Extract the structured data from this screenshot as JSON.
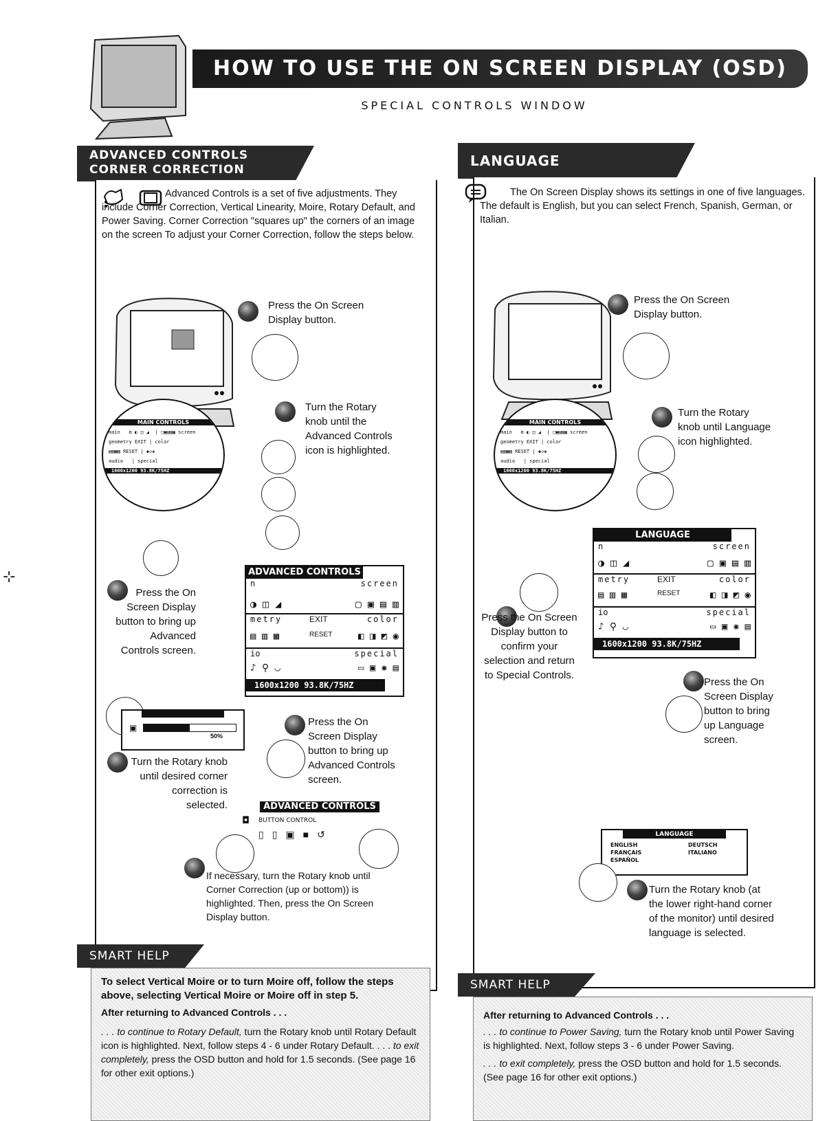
{
  "header": {
    "title": "How to Use the On Screen Display (OSD)",
    "subtitle": "Special Controls window"
  },
  "left": {
    "tab_line1": "Advanced Controls",
    "tab_line2": "Corner Correction",
    "intro": "Advanced Controls is a set of five adjustments. They include Corner Correction, Vertical Linearity, Moire, Rotary Default, and Power Saving. Corner Correction \"squares up\" the corners of an image on the screen To adjust your Corner Correction, follow the steps below.",
    "step1": "Press the On Screen Display button.",
    "step2": "Turn the Rotary knob until the Advanced Controls icon is highlighted.",
    "step3_press": "Press the On Screen Display button to bring up Advanced Controls screen.",
    "step4_turn": "Turn the Rotary knob until desired corner correction is selected.",
    "step5_press": "Press the On Screen Display button to bring up Advanced Controls screen.",
    "step6": "If necessary, turn the Rotary knob until Corner Correction (up or bottom)) is highlighted. Then, press the On Screen Display button.",
    "mini_osd": {
      "title": "MAIN CONTROLS",
      "rows": [
        "main",
        "screen",
        "geometry",
        "EXIT",
        "color",
        "RESET",
        "audio",
        "special"
      ],
      "footer": "1600x1200  93.8K/75HZ"
    },
    "adv_osd": {
      "title": "ADVANCED CONTROLS",
      "r1_left": "n",
      "r1_right": "screen",
      "r2_left": "metry",
      "exit": "EXIT",
      "color": "color",
      "reset": "RESET",
      "r3_left": "io",
      "special": "special",
      "footer": "1600x1200  93.8K/75HZ"
    },
    "bar_value": "50%",
    "bar_fraction": 0.5,
    "button_panel": {
      "title": "ADVANCED CONTROLS",
      "label": "BUTTON CONTROL"
    },
    "help": {
      "tab": "Smart Help",
      "line1": "To select Vertical Moire or to turn Moire off, follow the steps above, selecting Vertical Moire or Moire off in step 5.",
      "line2": "After returning to Advanced Controls . . .",
      "line3_i": ". . . to continue to Rotary Default,",
      "line3": " turn the Rotary knob until Rotary Default icon is highlighted. Next, follow steps 4 - 6 under Rotary Default. . . . ",
      "line3_i2": "to exit completely,",
      "line3_end": " press the OSD button and hold for 1.5 seconds. (See page 16 for other exit options.)"
    }
  },
  "right": {
    "tab": "Language",
    "intro": "The On Screen Display shows its settings in one of five languages. The default is English, but you can select French, Spanish, German, or Italian.",
    "step1": "Press the On Screen Display button.",
    "step2": "Turn the Rotary knob until Language icon highlighted.",
    "step3": "Press the On Screen Display button to confirm your selection and return to Special Controls.",
    "step4": "Press the On Screen Display button to bring up Language screen.",
    "step5": "Turn the Rotary knob (at the lower right-hand corner of the monitor) until desired language is selected.",
    "lang_osd": {
      "title": "LANGUAGE",
      "r1_left": "n",
      "r1_right": "screen",
      "r2_left": "metry",
      "exit": "EXIT",
      "color": "color",
      "reset": "RESET",
      "r3_left": "io",
      "special": "special",
      "footer": "1600x1200  93.8K/75HZ"
    },
    "lang_panel": {
      "title": "LANGUAGE",
      "options_left": [
        "ENGLISH",
        "FRANÇAIS",
        "ESPAÑOL"
      ],
      "options_right": [
        "DEUTSCH",
        "ITALIANO"
      ]
    },
    "help": {
      "tab": "Smart Help",
      "line1": "After returning to Advanced Controls . . .",
      "line2_i": ". . . to continue to Power Saving,",
      "line2": " turn the Rotary knob until Power Saving is highlighted. Next, follow steps 3 - 6 under Power Saving.",
      "line3_i": ". . . to exit completely,",
      "line3": " press the OSD button and hold for 1.5 seconds. (See page 16 for other exit options.)"
    }
  }
}
